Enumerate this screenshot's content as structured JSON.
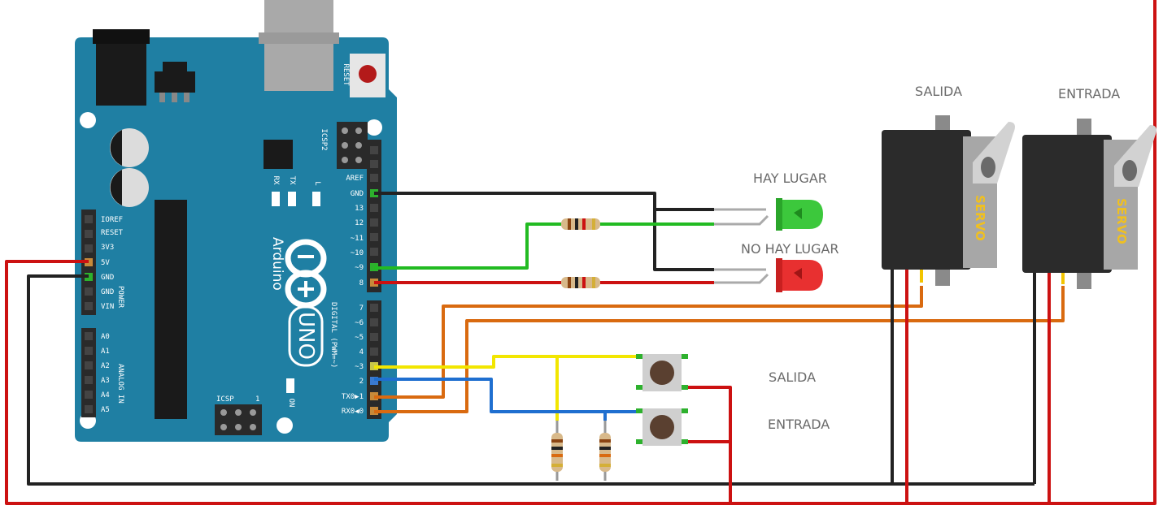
{
  "labels": {
    "led_green": "HAY LUGAR",
    "led_red": "NO HAY LUGAR",
    "servo_out": "SALIDA",
    "servo_in": "ENTRADA",
    "button_out": "SALIDA",
    "button_in": "ENTRADA"
  },
  "board": {
    "brand": "Arduino",
    "model": "UNO",
    "reset": "RESET",
    "icsp2": "ICSP2",
    "icsp": "ICSP",
    "icsp_pin": "1",
    "on": "ON",
    "tx": "TX",
    "rx": "RX",
    "l": "L",
    "power": "POWER",
    "analog": "ANALOG IN",
    "digital": "DIGITAL (PWM=~)",
    "power_pins": [
      "IOREF",
      "RESET",
      "3V3",
      "5V",
      "GND",
      "GND",
      "VIN"
    ],
    "analog_pins": [
      "A0",
      "A1",
      "A2",
      "A3",
      "A4",
      "A5"
    ],
    "digital_top": [
      "AREF",
      "GND",
      "13",
      "12",
      "~11",
      "~10",
      "~9",
      "8"
    ],
    "digital_bottom": [
      "7",
      "~6",
      "~5",
      "4",
      "~3",
      "2",
      "TX0▶1",
      "RX0◀0"
    ]
  },
  "servo_text": "SERVO",
  "colors": {
    "board": "#1f7fa3",
    "wire_red": "#cc1111",
    "wire_black": "#222222",
    "wire_green": "#22bb22",
    "wire_yellow": "#f2e600",
    "wire_blue": "#1f6fd0",
    "wire_orange": "#d96a10"
  }
}
